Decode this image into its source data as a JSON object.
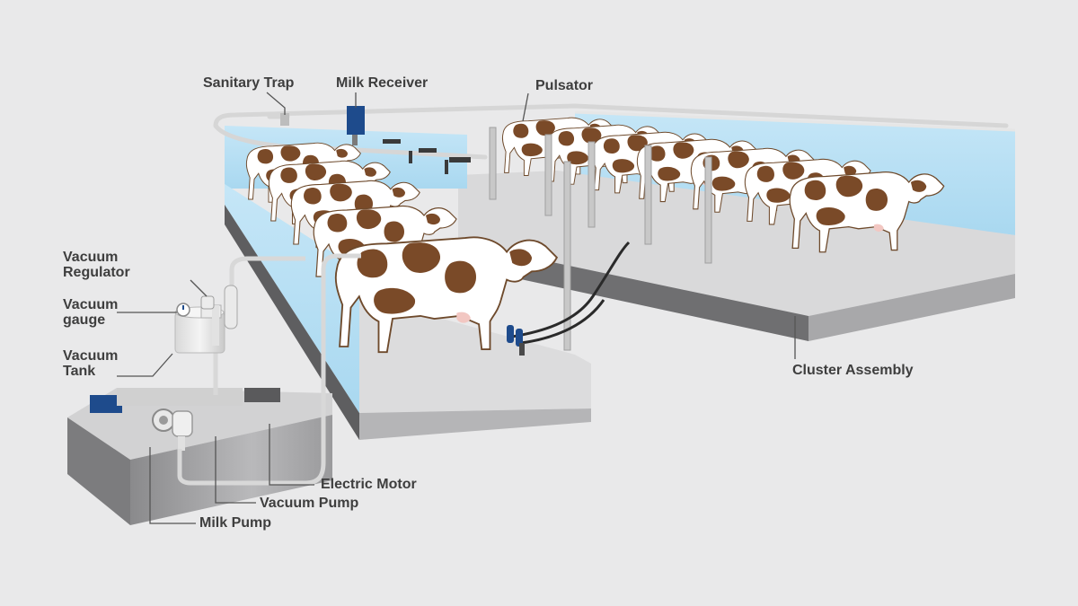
{
  "labels": {
    "sanitary_trap": "Sanitary Trap",
    "milk_receiver": "Milk Receiver",
    "pulsator": "Pulsator",
    "vacuum_regulator": [
      "Vacuum",
      "Regulator"
    ],
    "vacuum_gauge": [
      "Vacuum",
      "gauge"
    ],
    "vacuum_tank": [
      "Vacuum",
      "Tank"
    ],
    "electric_motor": "Electric Motor",
    "vacuum_pump": "Vacuum Pump",
    "milk_pump": "Milk Pump",
    "cluster_assembly": "Cluster Assembly"
  },
  "colors": {
    "background": "#e9e9ea",
    "glass": "#bfe3f5",
    "platform_top": "#dadadb",
    "platform_side": "#7d7d7f",
    "pipe": "#dcdcdc",
    "cow_spot": "#7a4a28",
    "receiver": "#1e4b8c",
    "leader_line": "#555555"
  }
}
